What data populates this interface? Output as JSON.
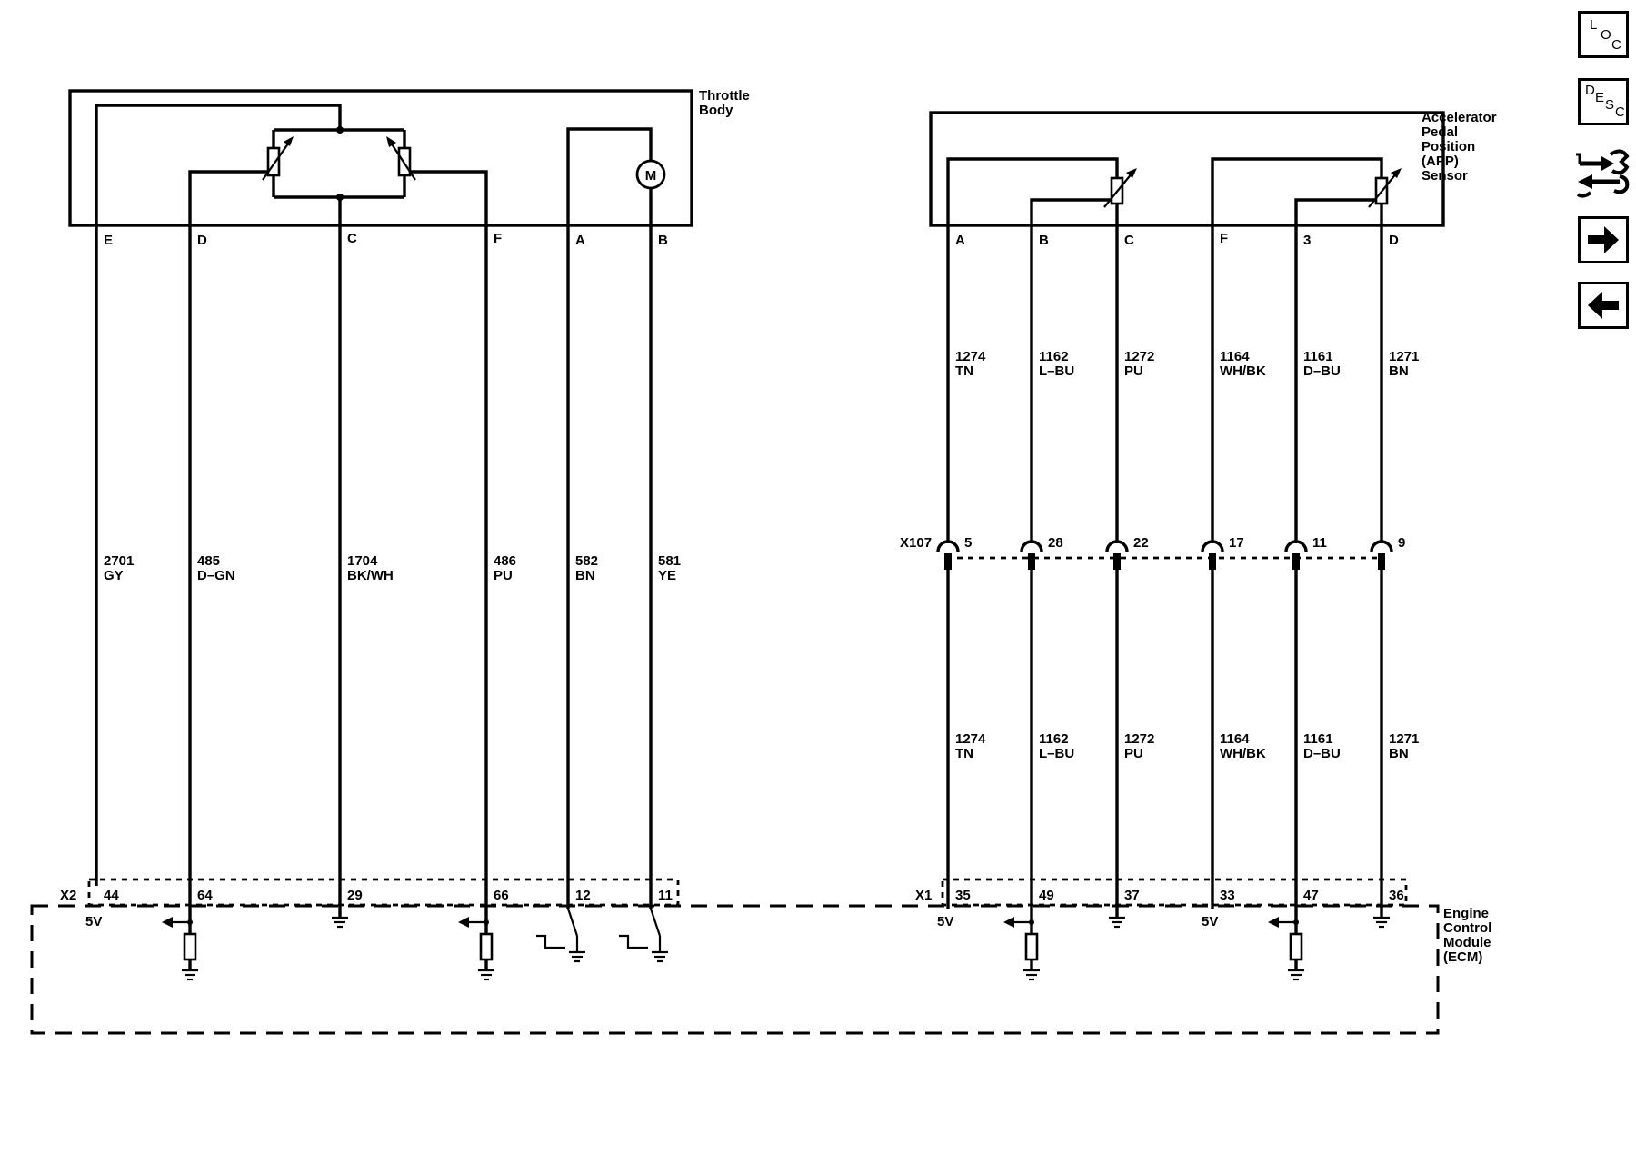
{
  "components": {
    "throttle_body": {
      "label_lines": [
        "Throttle",
        "Body"
      ]
    },
    "app_sensor": {
      "label_lines": [
        "Accelerator",
        "Pedal",
        "Position",
        "(APP)",
        "Sensor"
      ]
    },
    "ecm": {
      "label_lines": [
        "Engine",
        "Control",
        "Module",
        "(ECM)"
      ]
    }
  },
  "connectors": {
    "x2": "X2",
    "x1": "X1",
    "x107": "X107"
  },
  "voltage_label": "5V",
  "throttle_wires": [
    {
      "pin": "E",
      "circuit": "2701",
      "color": "GY",
      "ecm_pin": "44"
    },
    {
      "pin": "D",
      "circuit": "485",
      "color": "D–GN",
      "ecm_pin": "64"
    },
    {
      "pin": "C",
      "circuit": "1704",
      "color": "BK/WH",
      "ecm_pin": "29"
    },
    {
      "pin": "F",
      "circuit": "486",
      "color": "PU",
      "ecm_pin": "66"
    },
    {
      "pin": "A",
      "circuit": "582",
      "color": "BN",
      "ecm_pin": "12"
    },
    {
      "pin": "B",
      "circuit": "581",
      "color": "YE",
      "ecm_pin": "11"
    }
  ],
  "app_wires": [
    {
      "pin": "A",
      "circuit": "1274",
      "color": "TN",
      "x107_pin": "5",
      "ecm_pin": "35"
    },
    {
      "pin": "B",
      "circuit": "1162",
      "color": "L–BU",
      "x107_pin": "28",
      "ecm_pin": "49"
    },
    {
      "pin": "C",
      "circuit": "1272",
      "color": "PU",
      "x107_pin": "22",
      "ecm_pin": "37"
    },
    {
      "pin": "F",
      "circuit": "1164",
      "color": "WH/BK",
      "x107_pin": "17",
      "ecm_pin": "33"
    },
    {
      "pin": "3",
      "circuit": "1161",
      "color": "D–BU",
      "x107_pin": "11",
      "ecm_pin": "47"
    },
    {
      "pin": "D",
      "circuit": "1271",
      "color": "BN",
      "x107_pin": "9",
      "ecm_pin": "36"
    }
  ],
  "motor_symbol": "M",
  "nav": {
    "loc": {
      "chars": [
        "L",
        "O",
        "C"
      ]
    },
    "desc": {
      "chars": [
        "D",
        "E",
        "S",
        "C"
      ]
    }
  }
}
